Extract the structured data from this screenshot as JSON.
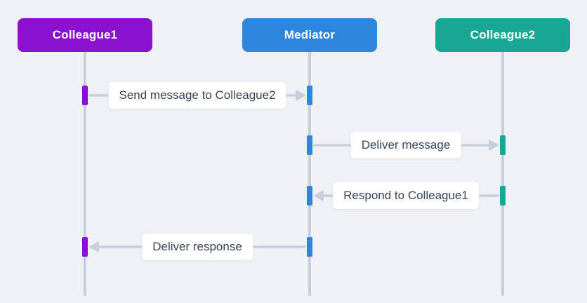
{
  "diagram": {
    "type": "sequence",
    "background_color": "#EEF1F5",
    "line_color": "#C6CFDB",
    "text_color": "#3A455A",
    "label_background": "#FFFFFF",
    "participants": [
      {
        "id": "colleague1",
        "label": "Colleague1",
        "color": "#8911CF"
      },
      {
        "id": "mediator",
        "label": "Mediator",
        "color": "#2E86DC"
      },
      {
        "id": "colleague2",
        "label": "Colleague2",
        "color": "#17A794"
      }
    ],
    "messages": [
      {
        "label": "Send message to Colleague2",
        "from": "Colleague1",
        "to": "Mediator",
        "direction": "right"
      },
      {
        "label": "Deliver message",
        "from": "Mediator",
        "to": "Colleague2",
        "direction": "right"
      },
      {
        "label": "Respond to Colleague1",
        "from": "Colleague2",
        "to": "Mediator",
        "direction": "left"
      },
      {
        "label": "Deliver response",
        "from": "Mediator",
        "to": "Colleague1",
        "direction": "left"
      }
    ]
  }
}
